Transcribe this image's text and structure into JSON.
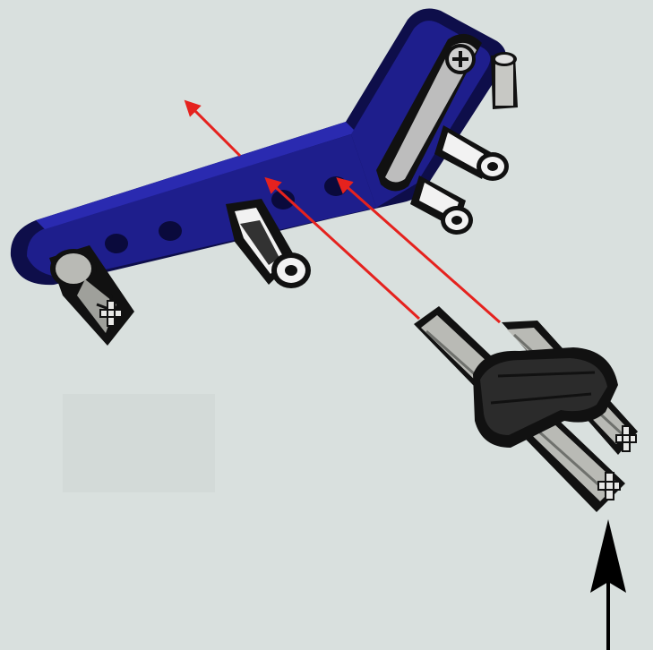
{
  "diagram": {
    "kind": "assembly-instruction",
    "colors": {
      "background": "#d9e0de",
      "beam": "#1e1e8c",
      "beam_dark": "#0e0e4a",
      "beam_hole": "#0a0a3c",
      "connector_body": "#2b2b2b",
      "axle": "#b9bab5",
      "axle_dark": "#6f716d",
      "pin": "#f2f2f2",
      "pin_dark": "#111111",
      "gray_beam": "#bdbdbd",
      "arrow_red": "#e5221e",
      "arrow_black": "#000000"
    },
    "parts": [
      {
        "name": "angled-beam",
        "color": "blue"
      },
      {
        "name": "double-cross-block",
        "color": "black"
      },
      {
        "name": "axle",
        "color": "gray"
      },
      {
        "name": "axle-pin",
        "color": "gray"
      },
      {
        "name": "friction-pin",
        "color": "black"
      },
      {
        "name": "thin-liftarm",
        "color": "light-gray"
      }
    ],
    "arrows": [
      {
        "name": "push-arrow-1",
        "color": "red"
      },
      {
        "name": "push-arrow-2",
        "color": "red"
      },
      {
        "name": "direction-arrow",
        "color": "red"
      },
      {
        "name": "insert-arrow",
        "color": "black"
      }
    ]
  }
}
